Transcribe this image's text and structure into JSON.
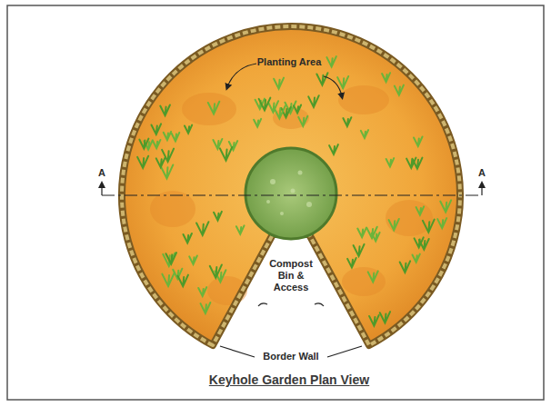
{
  "diagram": {
    "title": "Keyhole Garden Plan View",
    "labels": [
      "Planting Area",
      "A",
      "A",
      "Compost Bin & Access",
      "Border Wall"
    ]
  }
}
